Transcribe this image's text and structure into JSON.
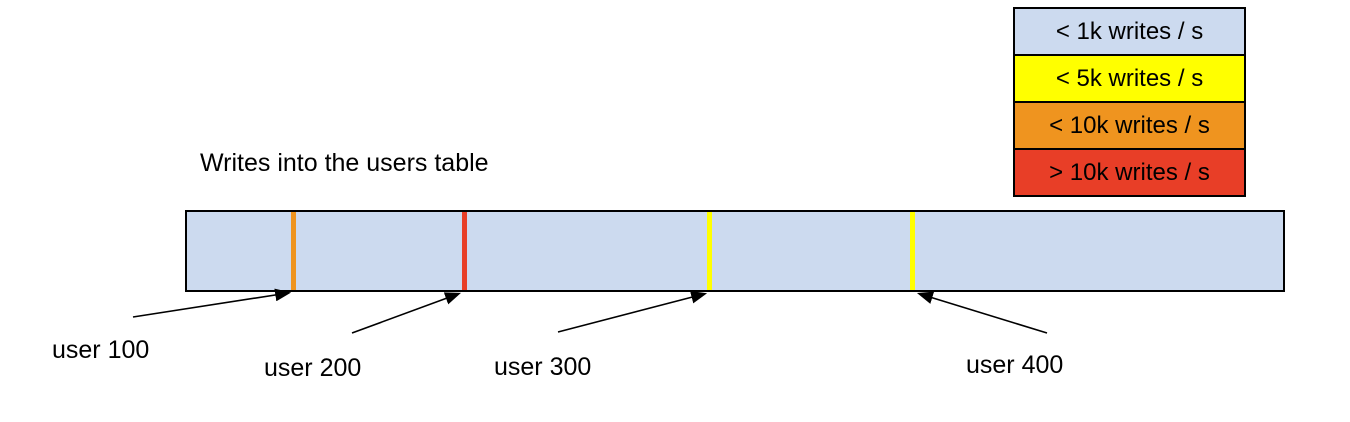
{
  "diagram": {
    "title": "Writes into the users table",
    "bar": {
      "fill_color": "#ccdaef",
      "border_color": "#000000"
    },
    "legend": {
      "items": [
        {
          "label": "< 1k writes / s",
          "color": "#ccdaef"
        },
        {
          "label": "< 5k writes / s",
          "color": "#ffff00"
        },
        {
          "label": "< 10k writes / s",
          "color": "#ef941f"
        },
        {
          "label": "> 10k writes / s",
          "color": "#e83e27"
        }
      ]
    },
    "markers": [
      {
        "label": "user 100",
        "rate_category": "< 10k writes / s",
        "color": "#ef941f",
        "position_pct": 9.7
      },
      {
        "label": "user 200",
        "rate_category": "> 10k writes / s",
        "color": "#e83e27",
        "position_pct": 25.3
      },
      {
        "label": "user 300",
        "rate_category": "< 5k writes / s",
        "color": "#ffff00",
        "position_pct": 47.7
      },
      {
        "label": "user 400",
        "rate_category": "< 5k writes / s",
        "color": "#ffff00",
        "position_pct": 66.2
      }
    ]
  }
}
